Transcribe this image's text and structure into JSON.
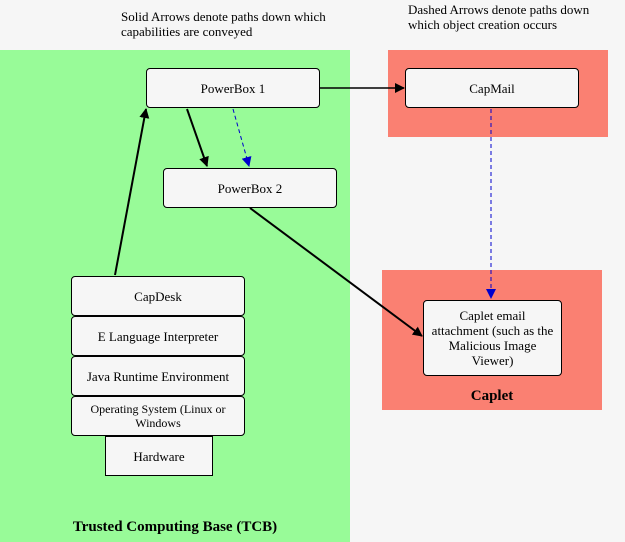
{
  "notes": {
    "solid": "Solid Arrows denote paths down which capabilities are conveyed",
    "dashed": "Dashed Arrows denote paths down which object creation occurs"
  },
  "regions": {
    "tcb": {
      "label": "Trusted Computing Base (TCB)",
      "color": "#98fb98"
    },
    "capmail": {
      "color": "#fa8072"
    },
    "caplet": {
      "label": "Caplet",
      "color": "#fa8072"
    }
  },
  "nodes": {
    "powerbox1": "PowerBox 1",
    "powerbox2": "PowerBox 2",
    "capmail": "CapMail",
    "caplet_attachment": "Caplet email attachment (such as the Malicious Image Viewer)",
    "capdesk": "CapDesk",
    "e_language": "E Language Interpreter",
    "jre": "Java Runtime Environment",
    "os": "Operating System (Linux or Windows",
    "hardware": "Hardware"
  },
  "edges": [
    {
      "from": "capdesk",
      "to": "powerbox1",
      "style": "solid"
    },
    {
      "from": "powerbox1",
      "to": "capmail",
      "style": "solid"
    },
    {
      "from": "powerbox1",
      "to": "powerbox2",
      "style": "solid"
    },
    {
      "from": "powerbox1",
      "to": "powerbox2",
      "style": "dashed",
      "color": "#0000cd"
    },
    {
      "from": "powerbox2",
      "to": "caplet_attachment",
      "style": "solid"
    },
    {
      "from": "capmail",
      "to": "caplet_attachment",
      "style": "dashed",
      "color": "#0000cd"
    }
  ]
}
